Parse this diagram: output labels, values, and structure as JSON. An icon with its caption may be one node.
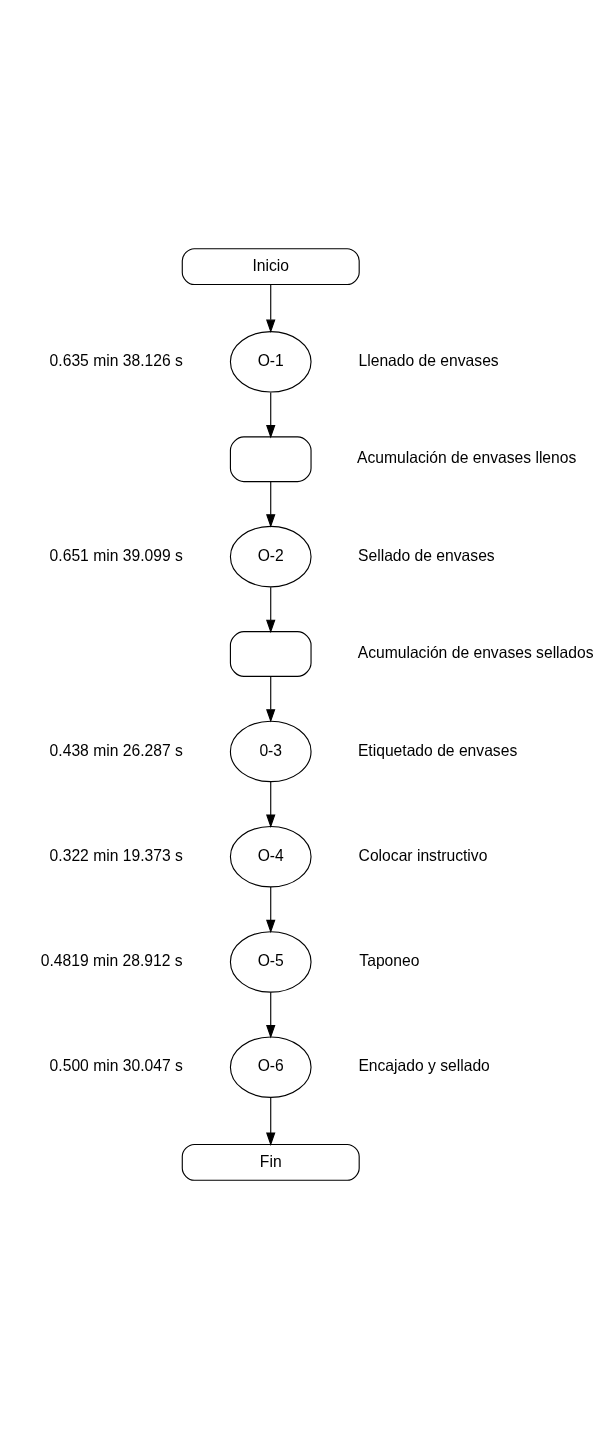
{
  "diagram": {
    "nodes": [
      {
        "text": [
          "Inicio"
        ]
      },
      {
        "text": [
          "O-1"
        ],
        "beside": [
          "0.635 min 38.126 s",
          "Llenado de envases"
        ]
      },
      {
        "text": [],
        "shape": "box",
        "beside": [
          "Acumulación de envases llenos"
        ]
      },
      {
        "text": [
          "O-2"
        ],
        "beside": [
          "0.651 min 39.099 s",
          "Sellado de envases"
        ]
      },
      {
        "text": [],
        "shape": "box",
        "beside": [
          "Acumulación de envases sellados"
        ]
      },
      {
        "text": [
          "0-3"
        ],
        "beside": [
          "0.438 min 26.287 s",
          "Etiquetado de envases"
        ]
      },
      {
        "text": [
          "O-4"
        ],
        "beside": [
          "0.322 min 19.373 s",
          "Colocar instructivo"
        ]
      },
      {
        "text": [
          "O-5"
        ],
        "beside": [
          "0.4819 min 28.912 s",
          "Taponeo"
        ]
      },
      {
        "text": [
          "O-6"
        ],
        "beside": [
          "0.500 min 30.047 s",
          "Encajado y sellado"
        ]
      },
      {
        "text": [
          "Fin"
        ]
      }
    ],
    "edges": [
      {
        "from": 0,
        "to": 1,
        "arrow": "to"
      },
      {
        "from": 1,
        "to": 2,
        "arrow": "to"
      },
      {
        "from": 2,
        "to": 3,
        "arrow": "to"
      },
      {
        "from": 3,
        "to": 4,
        "arrow": "to"
      },
      {
        "from": 4,
        "to": 5,
        "arrow": "to"
      },
      {
        "from": 5,
        "to": 6,
        "arrow": "to"
      },
      {
        "from": 6,
        "to": 7,
        "arrow": "to"
      },
      {
        "from": 7,
        "to": 8,
        "arrow": "to"
      },
      {
        "from": 8,
        "to": 9,
        "arrow": "to"
      }
    ]
  }
}
